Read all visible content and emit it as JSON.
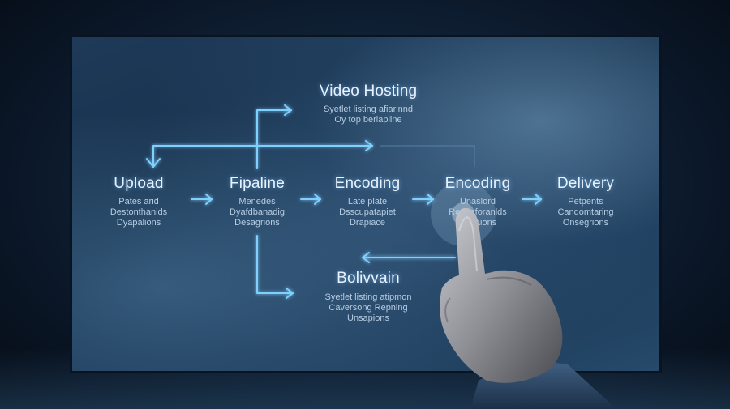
{
  "top": {
    "title": "Video Hosting",
    "lines": [
      "Syetlet listing afiarinnd",
      "Oy top berlapiine"
    ]
  },
  "stages": [
    {
      "title": "Upload",
      "lines": [
        "Pates arid",
        "Destonthanids",
        "Dyapalions"
      ]
    },
    {
      "title": "Fipaline",
      "lines": [
        "Menedes",
        "Dyafdbanadig",
        "Desagrions"
      ]
    },
    {
      "title": "Encoding",
      "lines": [
        "Late plate",
        "Dsscupatapiet",
        "Drapiace"
      ]
    },
    {
      "title": "Encoding",
      "lines": [
        "Unaslord",
        "Reanaforanlds",
        "Dapaions"
      ]
    },
    {
      "title": "Delivery",
      "lines": [
        "Petpents",
        "Candomtaring",
        "Onsegrions"
      ]
    }
  ],
  "bottom": {
    "title": "Bolivvain",
    "lines": [
      "Syetlet listing atipmon",
      "Caversong Repning",
      "Unsapions"
    ]
  },
  "colors": {
    "arrow": "#7fd0ff",
    "glow": "#4fb4ff"
  }
}
